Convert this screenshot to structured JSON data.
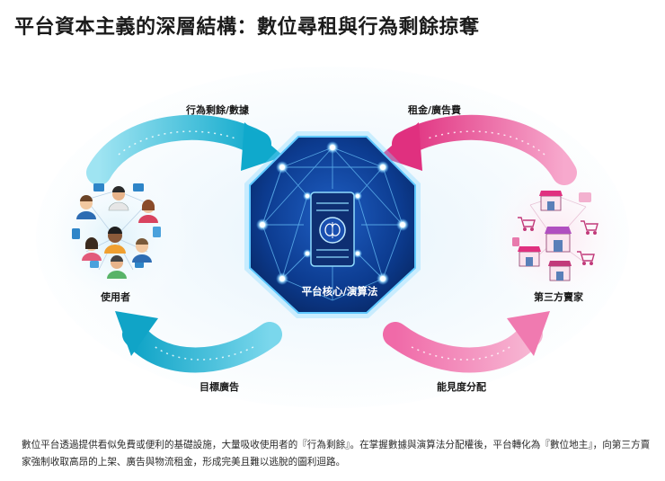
{
  "title": "平台資本主義的深層結構：數位尋租與行為剩餘掠奪",
  "diagram": {
    "core_label": "平台核心/演算法",
    "left_node_label": "使用者",
    "right_node_label": "第三方賣家",
    "flow_top_left": "行為剩餘/數據",
    "flow_bottom_left": "目標廣告",
    "flow_top_right": "租金/廣告費",
    "flow_bottom_right": "能見度分配"
  },
  "caption": "數位平台透過提供看似免費或便利的基礎設施，大量吸收使用者的『行為剩餘』。在掌握數據與演算法分配權後，平台轉化為『數位地主』，向第三方賣家強制收取高昂的上架、廣告與物流租金，形成完美且難以逃脫的圖利迴路。",
  "colors": {
    "cyan_flow": "#1bb6d3",
    "magenta_flow": "#e8408f",
    "core_blue": "#0c3b8f",
    "core_glow": "#7fd6ff"
  },
  "icons": [
    "users-group-icon",
    "storefront-cluster-icon",
    "server-brain-icon"
  ]
}
